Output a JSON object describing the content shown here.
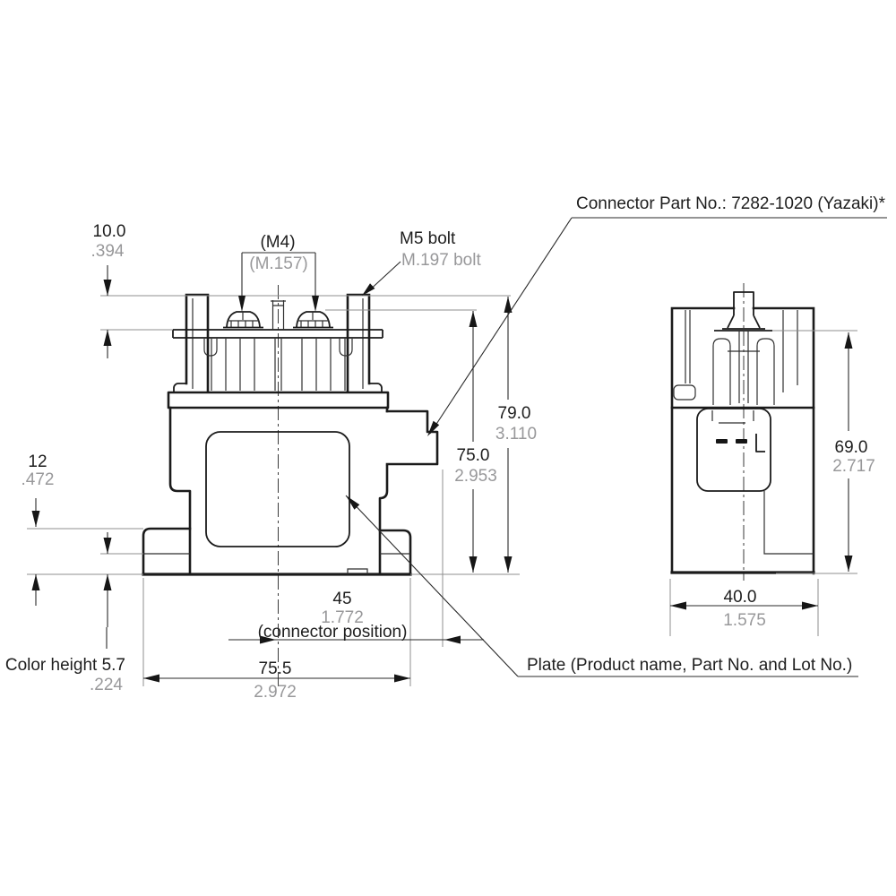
{
  "drawing": {
    "title": "Relay outline dimension drawing",
    "annotations": {
      "connector_note": "Connector Part No.: 7282-1020 (Yazaki)*",
      "m5_mm": "M5 bolt",
      "m5_in": "M.197 bolt",
      "m4_mm": "(M4)",
      "m4_in": "(M.157)",
      "plate_note": "Plate (Product name, Part No. and Lot No.)",
      "color_height_mm": "Color height 5.7",
      "color_height_in": ".224"
    },
    "dimensions": {
      "offset_top": {
        "mm": "10.0",
        "in": ".394"
      },
      "overall_height": {
        "mm": "79.0",
        "in": "3.110"
      },
      "terminal_height": {
        "mm": "75.0",
        "in": "2.953"
      },
      "foot_height": {
        "mm": "12",
        "in": ".472"
      },
      "connector_pos": {
        "mm": "45",
        "in": "1.772",
        "note": "(connector position)"
      },
      "front_width": {
        "mm": "75.5",
        "in": "2.972"
      },
      "side_height": {
        "mm": "69.0",
        "in": "2.717"
      },
      "side_width": {
        "mm": "40.0",
        "in": "1.575"
      }
    },
    "colors": {
      "outline": "#1b1b1b",
      "dimension": "#2a2a2a",
      "extension": "#8f8f8f",
      "text_mm": "#1e1e1e",
      "text_inch": "#98989a",
      "background": "#ffffff"
    }
  }
}
